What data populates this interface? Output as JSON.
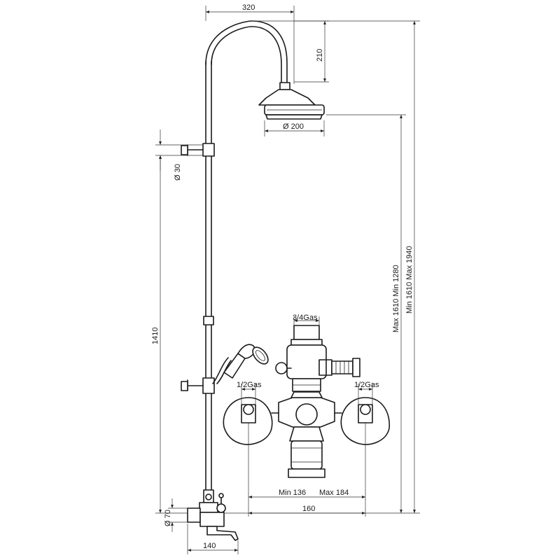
{
  "labels": {
    "top_width": "320",
    "arm_height": "210",
    "head_diameter": "Ø 200",
    "pipe_diameter": "Ø 30",
    "rail_height": "1410",
    "inlet_top": "3/4Gas",
    "inlet_left": "1/2Gas",
    "inlet_right": "1/2Gas",
    "min_range": "Min 136",
    "max_range": "Max 184",
    "center_dist": "160",
    "base_diameter": "Ø 70",
    "spout_len": "140",
    "height_range_1": "Max 1610   Min 1280",
    "height_range_2": "Min 1610   Max 1940"
  },
  "colors": {
    "line": "#1a1a1a",
    "background": "#ffffff"
  }
}
